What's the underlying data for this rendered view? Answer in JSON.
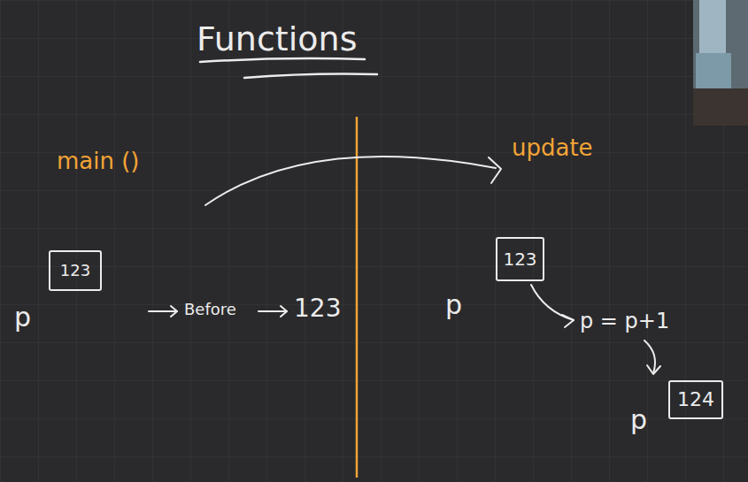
{
  "diagram": {
    "title": "Functions",
    "nodes": [
      {
        "text": [
          "123"
        ]
      },
      {
        "text": [
          "123"
        ]
      },
      {
        "text": [
          "124"
        ]
      }
    ],
    "labels": [
      "main ()",
      "update",
      "p",
      "Before",
      "123",
      "p",
      "p = p+1",
      "p"
    ]
  }
}
